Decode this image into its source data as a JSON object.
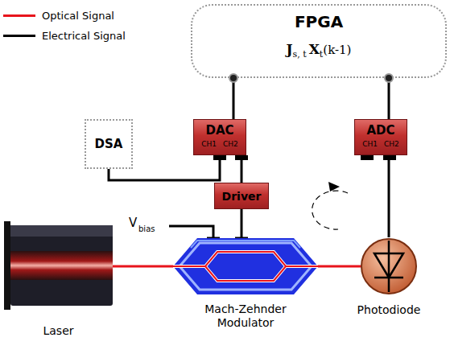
{
  "diagram": {
    "nodes": [
      {
        "text": [
          "FPGA",
          "J",
          "s, t",
          "X",
          "t",
          "(k-1)"
        ]
      },
      {
        "text": [
          "DSA"
        ]
      },
      {
        "text": [
          "DAC",
          "CH1",
          "CH2"
        ]
      },
      {
        "text": [
          "ADC",
          "CH1",
          "CH2"
        ]
      },
      {
        "text": [
          "Driver"
        ]
      },
      {
        "text": [
          "Laser"
        ]
      },
      {
        "text": [
          "Mach-Zehnder Modulator"
        ]
      },
      {
        "text": [
          "Photodiode"
        ]
      }
    ],
    "edges": [
      {
        "from": 0,
        "to": 2,
        "arrow": "none"
      },
      {
        "from": 0,
        "to": 3,
        "arrow": "none"
      },
      {
        "from": 2,
        "to": 1,
        "arrow": "none"
      },
      {
        "from": 2,
        "to": 4,
        "arrow": "none"
      },
      {
        "from": 4,
        "to": 6,
        "arrow": "none"
      },
      {
        "from": 5,
        "to": 6,
        "arrow": "none"
      },
      {
        "from": 6,
        "to": 7,
        "arrow": "none"
      },
      {
        "from": 7,
        "to": 3,
        "arrow": "none"
      }
    ],
    "labels": [
      "V",
      "bias"
    ],
    "legend": [
      {
        "text": "Optical Signal",
        "color": "#e8141c"
      },
      {
        "text": "Electrical Signal",
        "color": "#000000"
      }
    ]
  }
}
